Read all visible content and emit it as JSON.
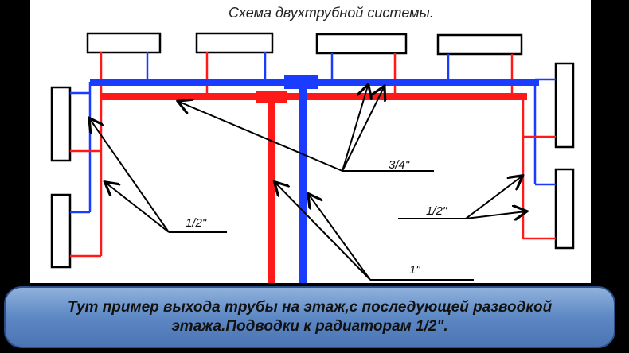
{
  "title": "Схема двухтрубной системы.",
  "labels": {
    "main": "3/4\"",
    "left_branch": "1/2\"",
    "right_branch": "1/2\"",
    "riser": "1\""
  },
  "caption": {
    "line1": "Тут пример выхода трубы на этаж,с последующей разводкой",
    "line2": "этажа.Подводки к радиаторам 1/2\"."
  },
  "colors": {
    "supply": "#ff1a1a",
    "return": "#1a3cff"
  }
}
